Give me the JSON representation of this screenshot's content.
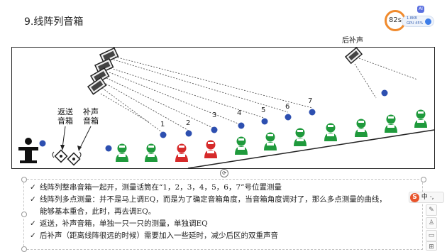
{
  "slide": {
    "title": "9.线阵列音箱"
  },
  "scene": {
    "monitor_label_line1": "返送",
    "monitor_label_line2": "音箱",
    "fill_label_line1": "补声",
    "fill_label_line2": "音箱",
    "rear_label": "后补声",
    "positions": [
      "1",
      "2",
      "3",
      "4",
      "5",
      "6",
      "7"
    ]
  },
  "notes": {
    "check": "✓",
    "items": [
      "线阵列整串音箱一起开，测量话筒在“1，2，3，4，5，6，7”号位置测量",
      "线阵列多点测量：并不是马上调EQ，而是为了确定音箱角度，当音箱角度调对了，那么多点测量的曲线，",
      "返送，补声音箱，单独一只一只的测量，单独调EQ",
      "后补声（距离线阵很远的时候）需要加入一些延时，减少后区的双重声音"
    ],
    "item2_continuation": "能够基本重合，此时，再去调EQ。"
  },
  "overlay": {
    "score": "82s",
    "pill_line1": "1.8KB",
    "pill_line2": "GPU 45%",
    "avatar": "AI",
    "ime_label": "中"
  },
  "colors": {
    "audience_green": "#1f9a3c",
    "audience_red": "#d62a2a",
    "mic_dot": "#2d4fb0"
  }
}
